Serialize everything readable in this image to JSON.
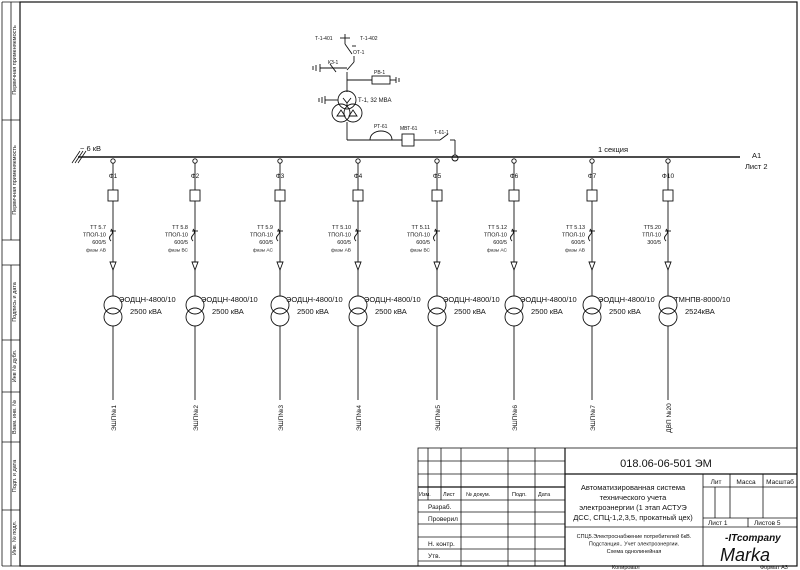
{
  "side_labels": [
    "Первичная применяемость",
    "Первичная применяемость",
    "Подпись и дата",
    "Инв № дубл.",
    "Взам. инв. №",
    "Подп. и дата",
    "Инв. № подл."
  ],
  "source": {
    "t1_401": "Т-1-401",
    "t1_402": "Т-1-402",
    "ot1": "ОТ-1",
    "kz1": "КЗ-1",
    "rv1": "РВ-1",
    "transformer": "Т-1, 32 МВА",
    "rt61": "РТ-61",
    "mvt61": "МВТ-61",
    "t61_1": "Т-61-1"
  },
  "bus": {
    "voltage": "~ 6 кВ",
    "section": "1 секция",
    "ref_a1": "А1",
    "ref_sheet": "Лист 2"
  },
  "feeders": [
    {
      "id": "Ф1",
      "ct": [
        "ТТ 5.7",
        "ТПОЛ-10",
        "600/5",
        "фазы АВ"
      ],
      "trafo": [
        "ЭОДЦН-4800/10",
        "2500 кВА"
      ],
      "load": "ЭШП№1"
    },
    {
      "id": "Ф2",
      "ct": [
        "ТТ 5.8",
        "ТПОЛ-10",
        "600/5",
        "фазы ВС"
      ],
      "trafo": [
        "ЭОДЦН-4800/10",
        "2500 кВА"
      ],
      "load": "ЭШП№2"
    },
    {
      "id": "Ф3",
      "ct": [
        "ТТ 5.9",
        "ТПОЛ-10",
        "600/5",
        "фазы АС"
      ],
      "trafo": [
        "ЭОДЦН-4800/10",
        "2500 кВА"
      ],
      "load": "ЭШП№3"
    },
    {
      "id": "Ф4",
      "ct": [
        "ТТ 5.10",
        "ТПОЛ-10",
        "600/5",
        "фазы АВ"
      ],
      "trafo": [
        "ЭОДЦН-4800/10",
        "2500 кВА"
      ],
      "load": "ЭШП№4"
    },
    {
      "id": "Ф5",
      "ct": [
        "ТТ 5.11",
        "ТПОЛ-10",
        "600/5",
        "фазы ВС"
      ],
      "trafo": [
        "ЭОДЦН-4800/10",
        "2500 кВА"
      ],
      "load": "ЭШП№5"
    },
    {
      "id": "Ф6",
      "ct": [
        "ТТ 5.12",
        "ТПОЛ-10",
        "600/5",
        "фазы АС"
      ],
      "trafo": [
        "ЭОДЦН-4800/10",
        "2500 кВА"
      ],
      "load": "ЭШП№6"
    },
    {
      "id": "Ф7",
      "ct": [
        "ТТ 5.13",
        "ТПОЛ-10",
        "600/5",
        "фазы АВ"
      ],
      "trafo": [
        "ЭОДЦН-4800/10",
        "2500 кВА"
      ],
      "load": "ЭШП№7"
    },
    {
      "id": "Ф10",
      "ct": [
        "ТТ5.20",
        "ТПЛ-10",
        "300/5",
        ""
      ],
      "trafo": [
        "ТМНПВ-8000/10",
        "2524кВА"
      ],
      "load": "ДВП №20"
    }
  ],
  "title_block": {
    "doc_code": "018.06-06-501 ЭМ",
    "hdr_izm": "Изм.",
    "hdr_list": "Лист",
    "hdr_doc": "№ докум.",
    "hdr_sign": "Подп.",
    "hdr_date": "Дата",
    "razrab": "Разраб.",
    "proveril": "Проверил",
    "n_kontr": "Н. контр.",
    "utv": "Утв.",
    "title": [
      "Автоматизированная система",
      "технического учета",
      "электроэнергии (1 этап АСТУЭ",
      "ДСС, СПЦ-1,2,3,5, прокатный цех)"
    ],
    "col_lit": "Лит",
    "col_massa": "Масса",
    "col_masshtab": "Масштаб",
    "sheet": "Лист 1",
    "sheets": "Листов 5",
    "subtitle": [
      "СПЦ5.Электроснабжение потребителей 6кВ.",
      "Подстанция.. Учет электроэнергии.",
      "Схема однолинейная"
    ],
    "logo_top": "-ITcompany",
    "logo_bottom": "Marka",
    "kopiroval": "Копировал",
    "format": "Формат А3"
  }
}
